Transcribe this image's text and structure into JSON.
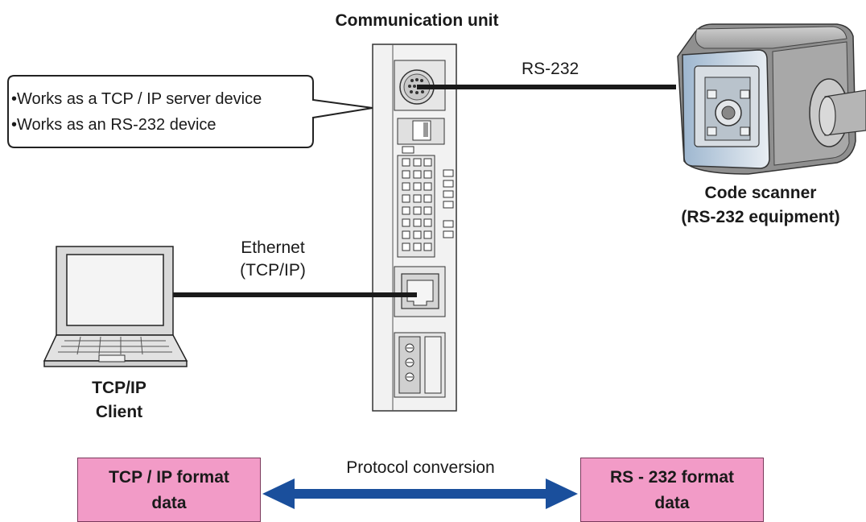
{
  "unit": {
    "title": "Communication unit"
  },
  "callout": {
    "lines": [
      "•Works as a TCP / IP server device",
      "•Works as an RS-232 device"
    ]
  },
  "links": {
    "rs232": "RS-232",
    "ethernet_line1": "Ethernet",
    "ethernet_line2": "(TCP/IP)"
  },
  "scanner": {
    "line1": "Code scanner",
    "line2": "(RS-232 equipment)"
  },
  "client": {
    "line1": "TCP/IP",
    "line2": "Client"
  },
  "conversion": {
    "left_box": {
      "line1": "TCP / IP format",
      "line2": "data"
    },
    "arrow_label": "Protocol conversion",
    "right_box": {
      "line1": "RS - 232 format",
      "line2": "data"
    }
  },
  "colors": {
    "arrow": "#1a4f9c",
    "box_fill": "#f29bc7",
    "cable": "#1a1a1a",
    "unit_body": "#f0f0f0"
  }
}
